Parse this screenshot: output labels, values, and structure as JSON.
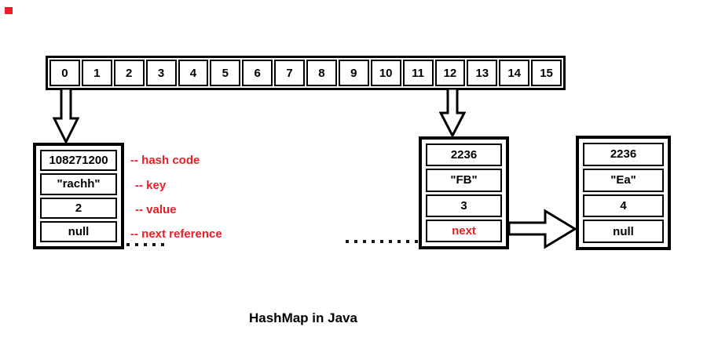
{
  "title": "HashMap in Java",
  "colors": {
    "accent_red": "#ee1c25",
    "line_black": "#000000",
    "background": "#ffffff"
  },
  "array": {
    "cells": [
      "0",
      "1",
      "2",
      "3",
      "4",
      "5",
      "6",
      "7",
      "8",
      "9",
      "10",
      "11",
      "12",
      "13",
      "14",
      "15"
    ]
  },
  "nodes": [
    {
      "hash": "108271200",
      "key": "\"rachh\"",
      "value": "2",
      "next": "null"
    },
    {
      "hash": "2236",
      "key": "\"FB\"",
      "value": "3",
      "next": "next"
    },
    {
      "hash": "2236",
      "key": "\"Ea\"",
      "value": "4",
      "next": "null"
    }
  ],
  "field_labels": {
    "hash": "-- hash code",
    "key": "-- key",
    "value": "-- value",
    "next": "-- next reference"
  }
}
